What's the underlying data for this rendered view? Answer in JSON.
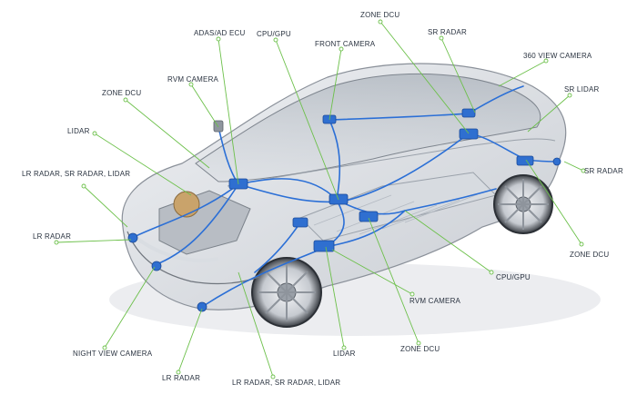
{
  "diagram": {
    "colors": {
      "leader_line": "#6cc04a",
      "leader_dot": "#ffffff",
      "harness": "#2b6fd6",
      "module": "#2f6fd0",
      "body_stroke": "#8a9099",
      "label_text": "#2a3340"
    },
    "labels": {
      "zone_dcu_top": "ZONE DCU",
      "sr_radar_top": "SR RADAR",
      "cpu_gpu_top": "CPU/GPU",
      "adas_ad_ecu": "ADAS/AD ECU",
      "front_camera": "FRONT CAMERA",
      "view_camera_360": "360 VIEW CAMERA",
      "rvm_camera_top": "RVM CAMERA",
      "zone_dcu_left": "ZONE DCU",
      "sr_lidar": "SR LIDAR",
      "lidar_left": "LIDAR",
      "sr_radar_right": "SR RADAR",
      "lr_sr_lidar_left": "LR RADAR, SR RADAR, LIDAR",
      "lr_radar_left": "LR RADAR",
      "zone_dcu_right": "ZONE DCU",
      "cpu_gpu_bottom": "CPU/GPU",
      "rvm_camera_bottom": "RVM CAMERA",
      "night_view_camera": "NIGHT VIEW CAMERA",
      "lidar_bottom": "LIDAR",
      "zone_dcu_bottom": "ZONE DCU",
      "lr_radar_bottom": "LR RADAR",
      "lr_sr_lidar_bottom": "LR RADAR, SR RADAR, LIDAR"
    }
  }
}
